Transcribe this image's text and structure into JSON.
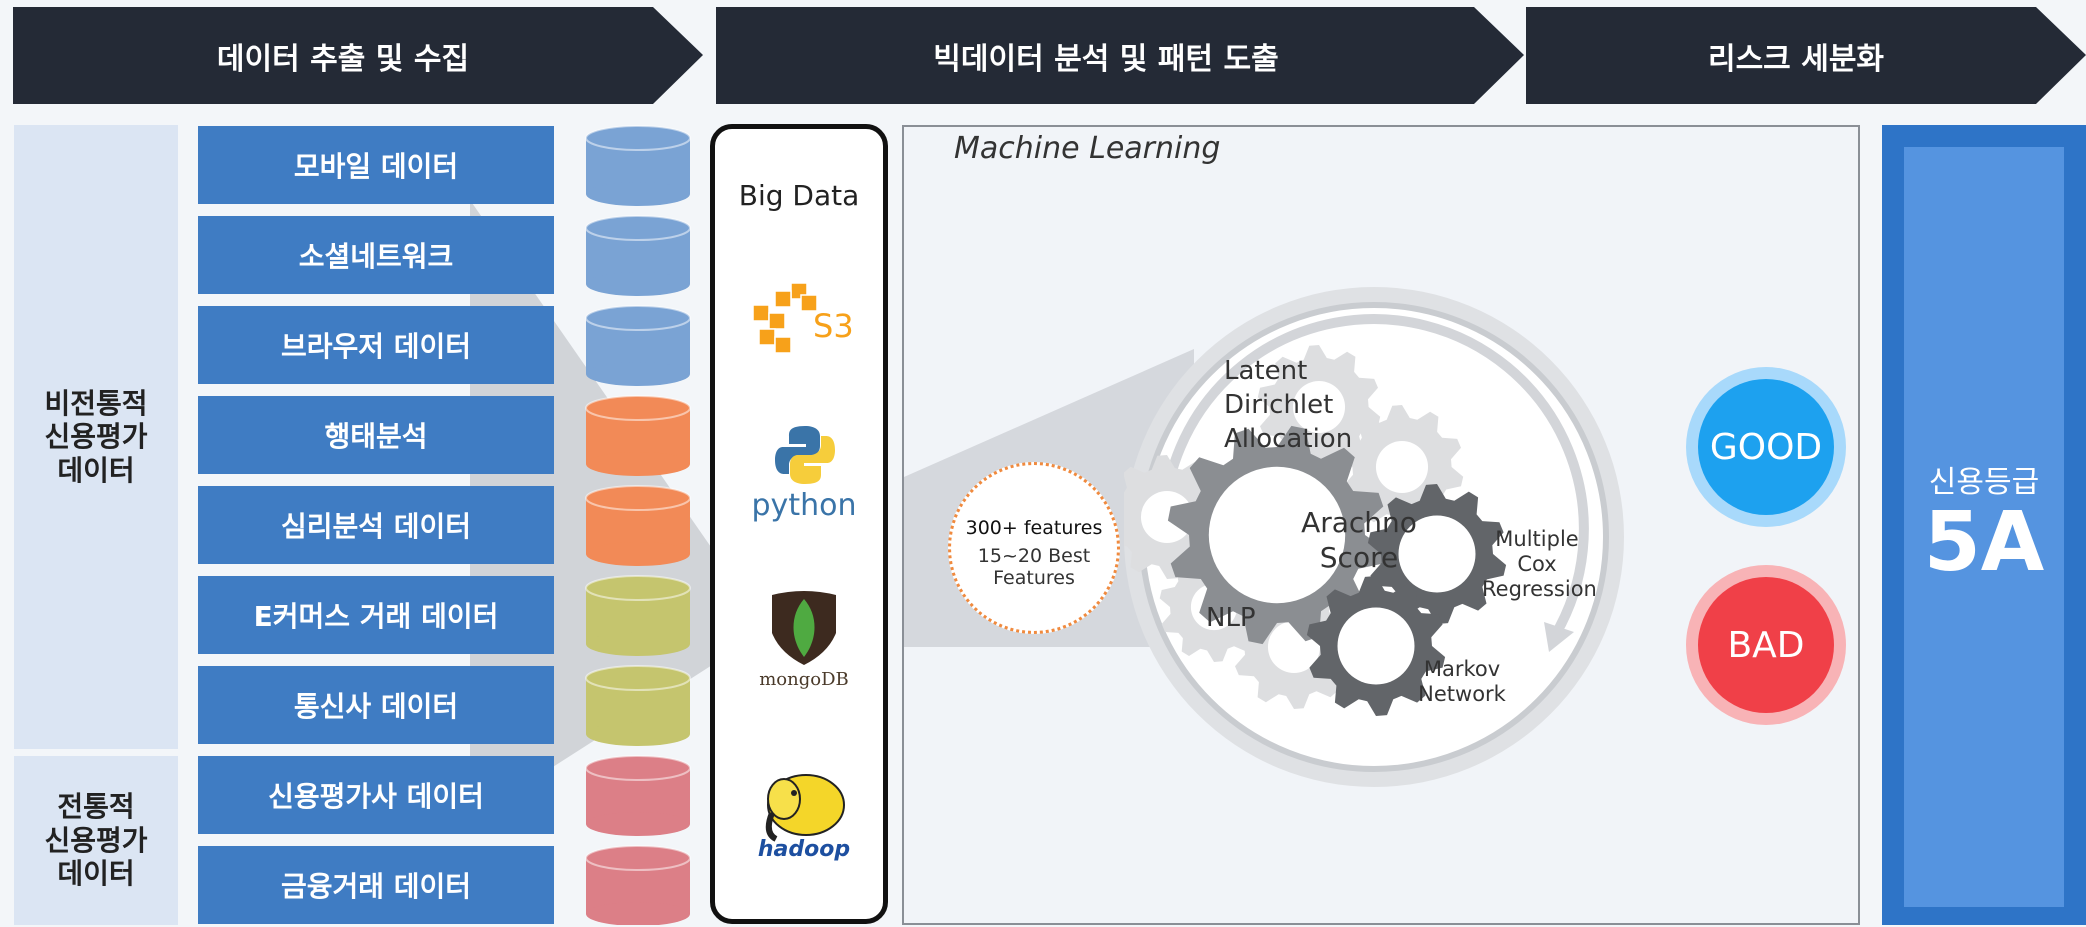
{
  "stages": [
    {
      "label": "데이터 추출 및 수집"
    },
    {
      "label": "빅데이터 분석 및 패턴 도출"
    },
    {
      "label": "리스크 세분화"
    }
  ],
  "groups": [
    {
      "label": "비전통적\n신용평가\n데이터"
    },
    {
      "label": "전통적\n신용평가\n데이터"
    }
  ],
  "sources": [
    {
      "label": "모바일 데이터",
      "cylinder_color": "#7aa3d4"
    },
    {
      "label": "소셜네트워크",
      "cylinder_color": "#7aa3d4"
    },
    {
      "label": "브라우저 데이터",
      "cylinder_color": "#7aa3d4"
    },
    {
      "label": "행태분석",
      "cylinder_color": "#f28a57"
    },
    {
      "label": "심리분석 데이터",
      "cylinder_color": "#f28a57"
    },
    {
      "label": "E커머스 거래 데이터",
      "cylinder_color": "#c5c56e"
    },
    {
      "label": "통신사 데이터",
      "cylinder_color": "#c5c56e"
    },
    {
      "label": "신용평가사 데이터",
      "cylinder_color": "#dc7f87"
    },
    {
      "label": "금융거래 데이터",
      "cylinder_color": "#dc7f87"
    }
  ],
  "bigdata": {
    "title": "Big Data",
    "s3_label": "S3",
    "python_label": "python",
    "mongo_label": "mongoDB",
    "hadoop_label": "hadoop"
  },
  "ml": {
    "title": "Machine Learning",
    "features_main": "300+ features",
    "features_sub1": "15~20 Best",
    "features_sub2": "Features",
    "lda1": "Latent",
    "lda2": "Dirichlet",
    "lda3": "Allocation",
    "center1": "Arachno",
    "center2": "Score",
    "nlp": "NLP",
    "cox1": "Multiple",
    "cox2": "Cox",
    "cox3": "Regression",
    "markov1": "Markov",
    "markov2": "Network"
  },
  "outcomes": {
    "good": "GOOD",
    "bad": "BAD"
  },
  "grade": {
    "label": "신용등급",
    "value": "5A"
  },
  "colors": {
    "stage": "#242a36",
    "source": "#3f7cc3",
    "grade": "#2e74c7",
    "good": "#1da1ef",
    "bad": "#f04048"
  }
}
